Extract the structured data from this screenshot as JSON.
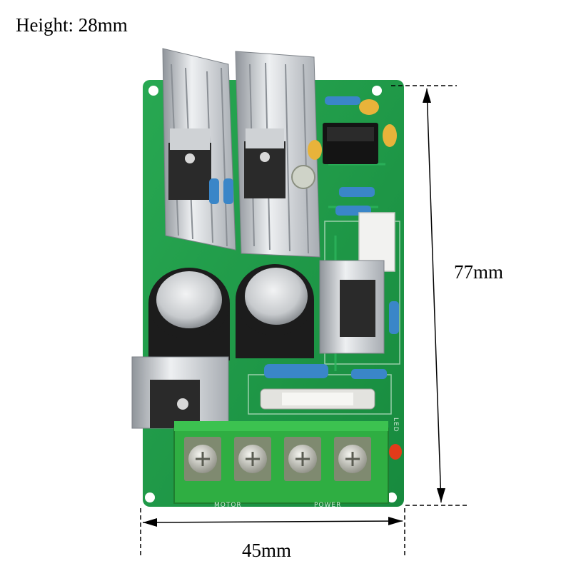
{
  "dimensions": {
    "height": "Height: 28mm",
    "length": "77mm",
    "width": "45mm"
  },
  "board_markings": {
    "motor": "MOTOR",
    "power": "POWER",
    "led": "LED"
  },
  "colors": {
    "pcb": "#1f9a48",
    "terminal": "#2fae42",
    "heatsink": "#c9ccd0",
    "resistor": "#3a86c8",
    "capacitor_ceramic": "#e8b33a",
    "led": "#e23b1a"
  }
}
